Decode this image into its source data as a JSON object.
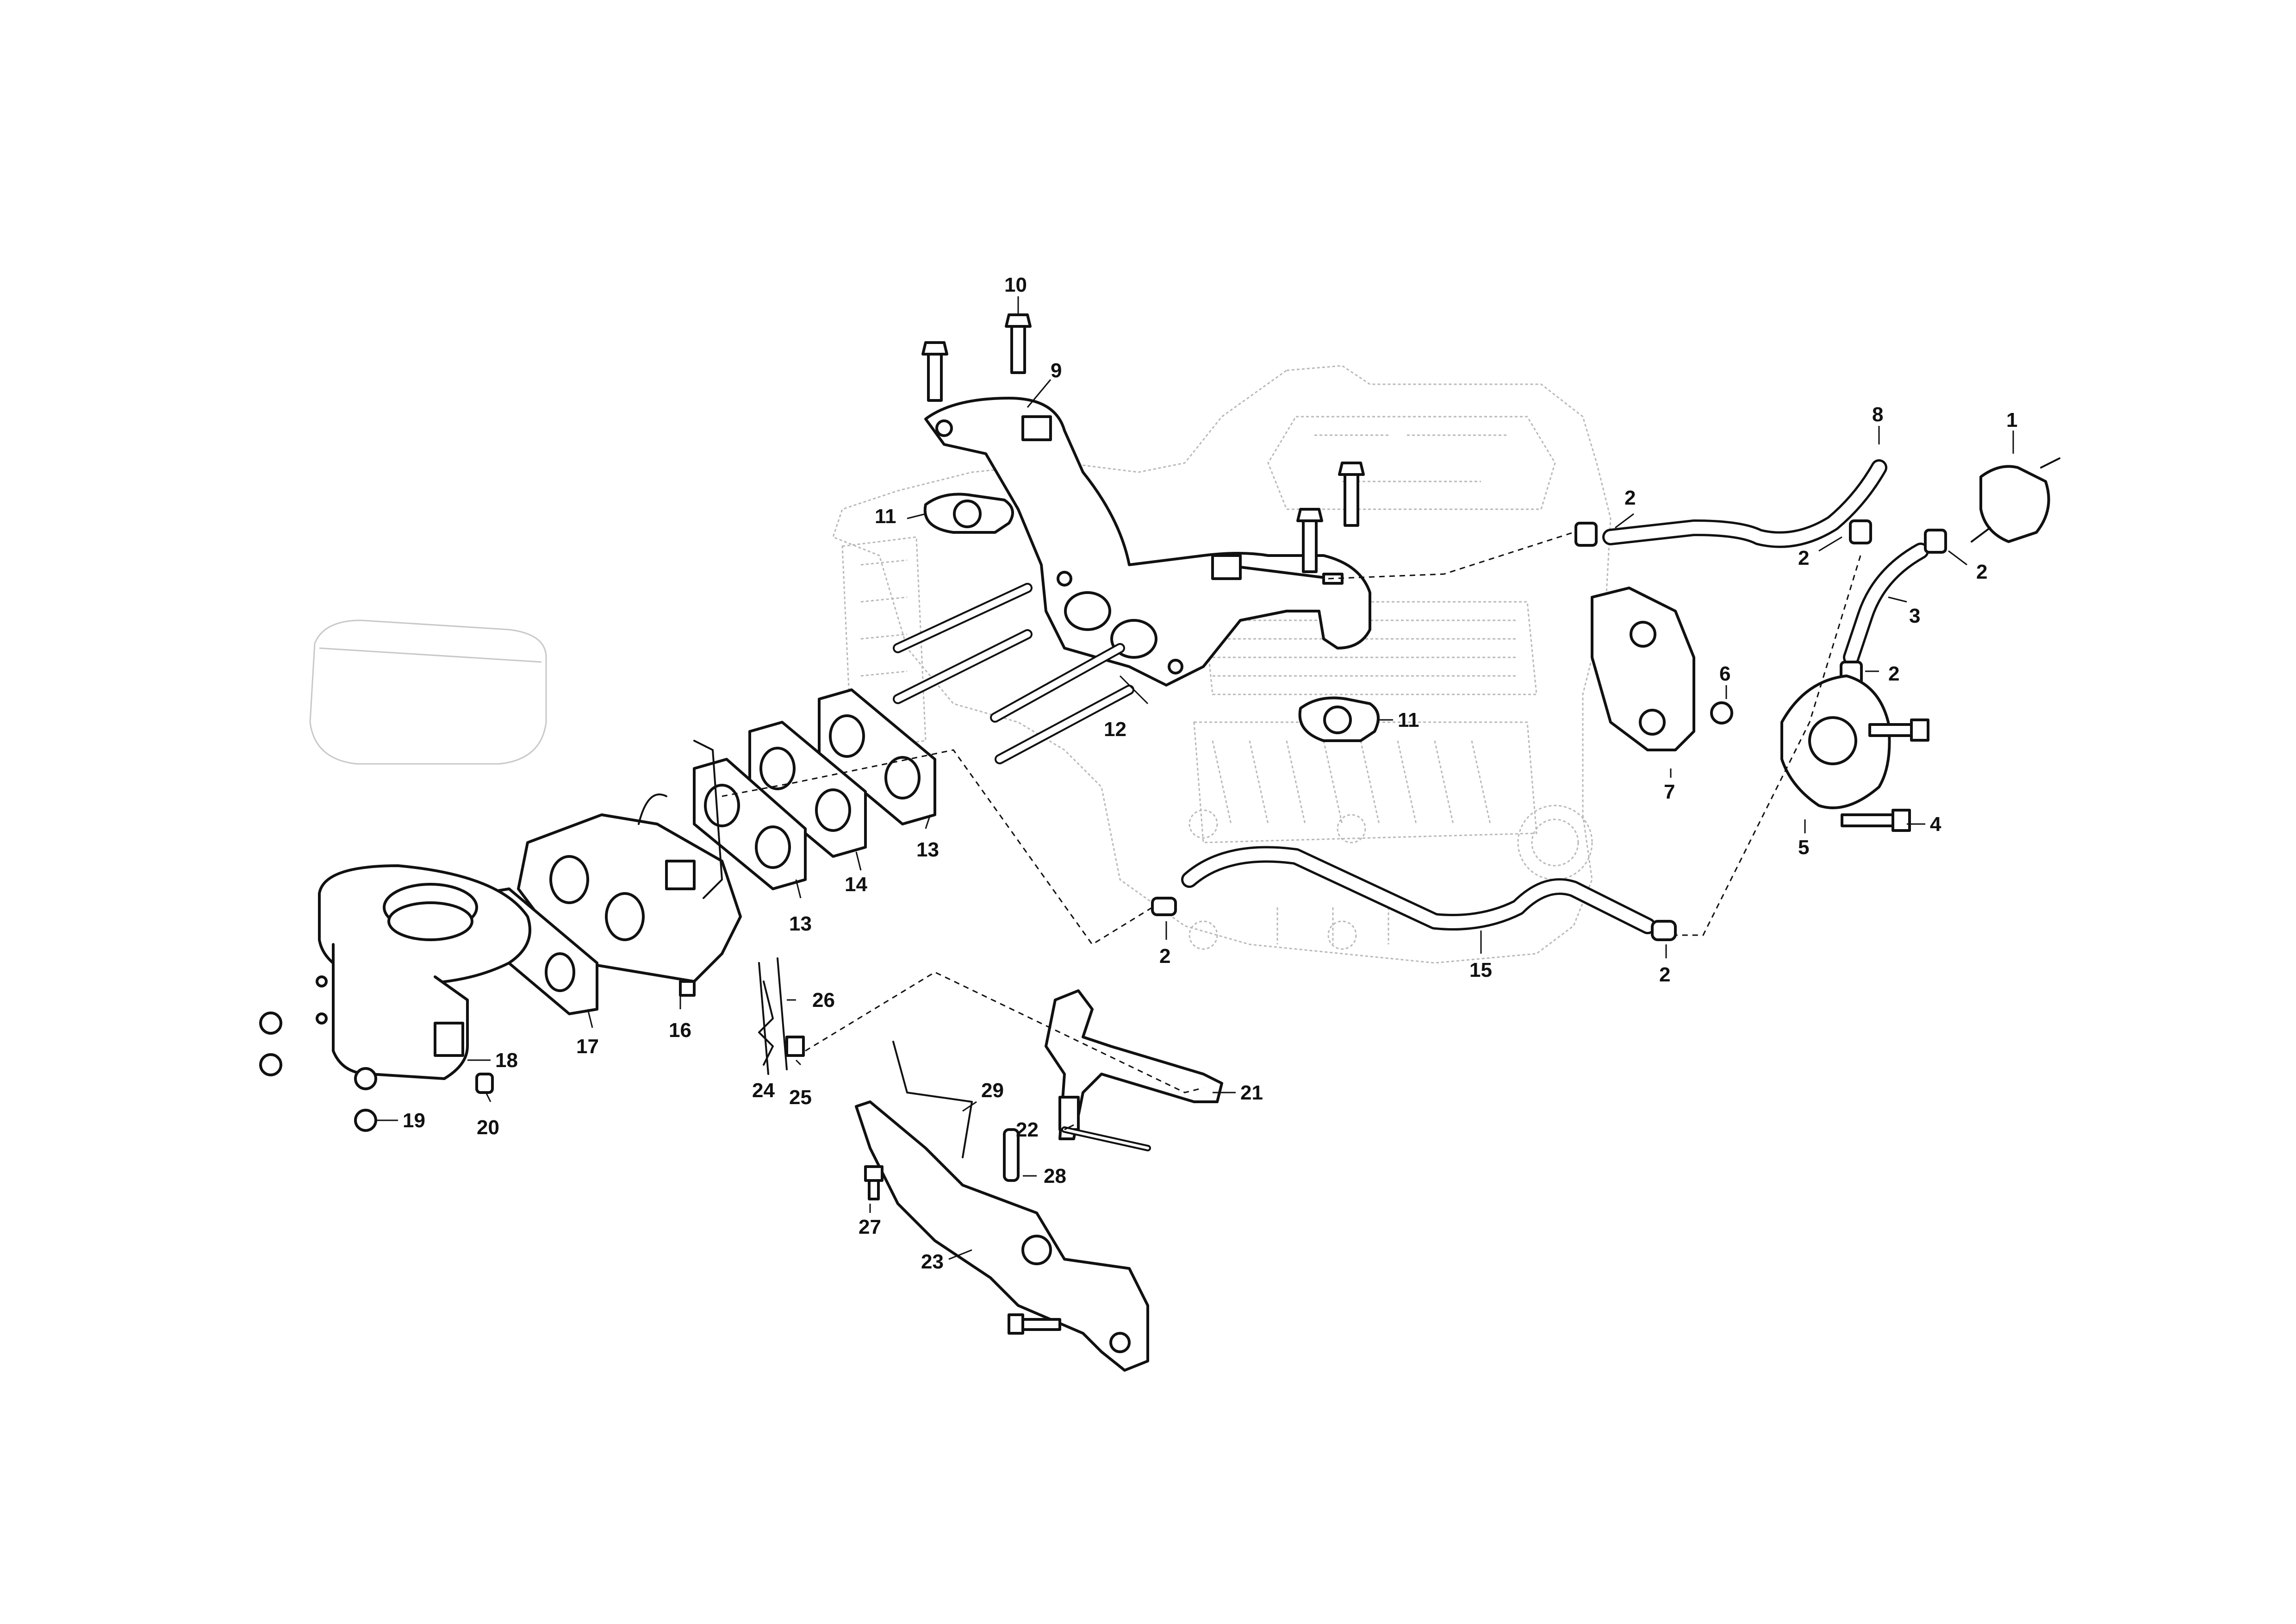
{
  "callouts": [
    {
      "id": "c1",
      "label": "1"
    },
    {
      "id": "c2a",
      "label": "2"
    },
    {
      "id": "c2b",
      "label": "2"
    },
    {
      "id": "c2c",
      "label": "2"
    },
    {
      "id": "c2d",
      "label": "2"
    },
    {
      "id": "c2e",
      "label": "2"
    },
    {
      "id": "c2f",
      "label": "2"
    },
    {
      "id": "c3",
      "label": "3"
    },
    {
      "id": "c4",
      "label": "4"
    },
    {
      "id": "c5",
      "label": "5"
    },
    {
      "id": "c6",
      "label": "6"
    },
    {
      "id": "c7",
      "label": "7"
    },
    {
      "id": "c8",
      "label": "8"
    },
    {
      "id": "c9",
      "label": "9"
    },
    {
      "id": "c10",
      "label": "10"
    },
    {
      "id": "c11a",
      "label": "11"
    },
    {
      "id": "c11b",
      "label": "11"
    },
    {
      "id": "c12",
      "label": "12"
    },
    {
      "id": "c13a",
      "label": "13"
    },
    {
      "id": "c13b",
      "label": "13"
    },
    {
      "id": "c14",
      "label": "14"
    },
    {
      "id": "c15",
      "label": "15"
    },
    {
      "id": "c16",
      "label": "16"
    },
    {
      "id": "c17",
      "label": "17"
    },
    {
      "id": "c18",
      "label": "18"
    },
    {
      "id": "c19",
      "label": "19"
    },
    {
      "id": "c20",
      "label": "20"
    },
    {
      "id": "c21",
      "label": "21"
    },
    {
      "id": "c22",
      "label": "22"
    },
    {
      "id": "c23",
      "label": "23"
    },
    {
      "id": "c24",
      "label": "24"
    },
    {
      "id": "c25",
      "label": "25"
    },
    {
      "id": "c26",
      "label": "26"
    },
    {
      "id": "c27",
      "label": "27"
    },
    {
      "id": "c28",
      "label": "28"
    },
    {
      "id": "c29",
      "label": "29"
    }
  ]
}
